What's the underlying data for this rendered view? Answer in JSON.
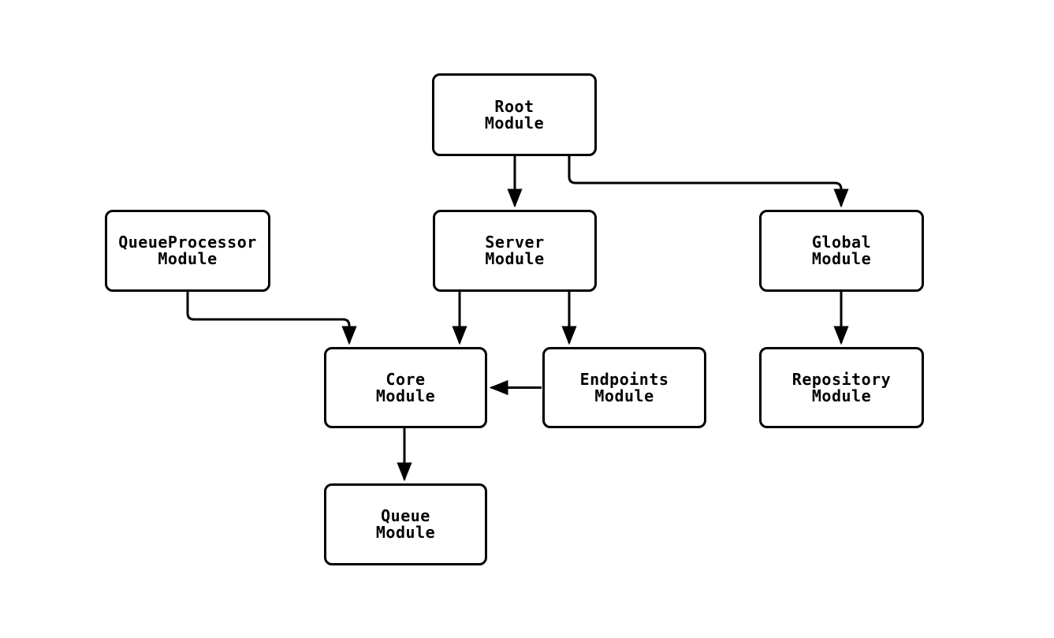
{
  "diagram": {
    "type": "flowchart",
    "direction": "top-down",
    "background_color": "#ffffff",
    "node_border_color": "#000000",
    "node_fill_color": "#ffffff",
    "edge_color": "#000000",
    "nodes": {
      "root": {
        "label": "Root\nModule"
      },
      "queueprocessor": {
        "label": "QueueProcessor\nModule"
      },
      "server": {
        "label": "Server\nModule"
      },
      "global": {
        "label": "Global\nModule"
      },
      "core": {
        "label": "Core\nModule"
      },
      "endpoints": {
        "label": "Endpoints\nModule"
      },
      "repository": {
        "label": "Repository\nModule"
      },
      "queue": {
        "label": "Queue\nModule"
      }
    },
    "edges": [
      {
        "from": "Root Module",
        "to": "Server Module"
      },
      {
        "from": "Root Module",
        "to": "Global Module"
      },
      {
        "from": "QueueProcessor Module",
        "to": "Core Module"
      },
      {
        "from": "Server Module",
        "to": "Core Module"
      },
      {
        "from": "Server Module",
        "to": "Endpoints Module"
      },
      {
        "from": "Endpoints Module",
        "to": "Core Module"
      },
      {
        "from": "Global Module",
        "to": "Repository Module"
      },
      {
        "from": "Core Module",
        "to": "Queue Module"
      }
    ]
  }
}
